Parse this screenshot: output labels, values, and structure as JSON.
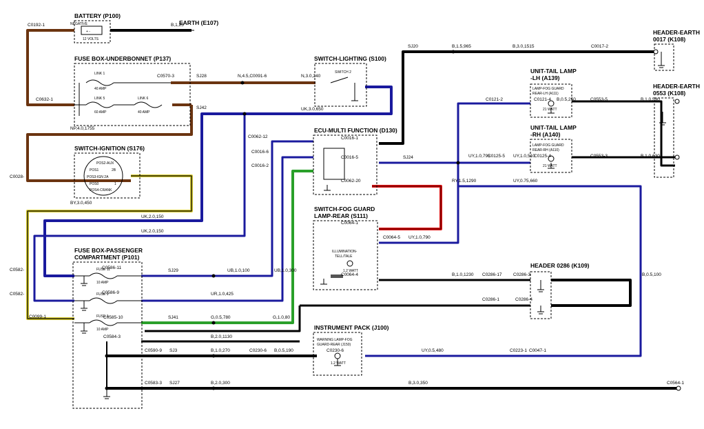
{
  "colors": {
    "brown": "#6b3410",
    "blue": "#1a1a9e",
    "blue_light": "#3a4ad0",
    "black": "#000000",
    "green": "#2aa02a",
    "red": "#e01010",
    "yellow": "#d8cc30"
  },
  "components": {
    "battery": {
      "title": "BATTERY (P100)",
      "note": "12 VOLTS",
      "terminal_neg": "NEGATIVE"
    },
    "earth_e107": {
      "title": "EARTH (E107)"
    },
    "fuse_underbonnet": {
      "title": "FUSE BOX-UNDERBONNET (P137)",
      "link1": "LINK 1",
      "link1_amp": "40 AMP",
      "link5": "LINK 5",
      "link5_amp": "60 AMP",
      "link6": "LINK 6",
      "link6_amp": "40 AMP"
    },
    "switch_ignition": {
      "title": "SWITCH-IGNITION (S176)",
      "pos0": "POS0",
      "pos1": "POS1",
      "pos2_aux": "POS2-AUX",
      "pos3": "POS3-IGN 2A",
      "pos4": "POS4-CRANK",
      "p2b": "2B",
      "p1": "1",
      "p2a": "2A"
    },
    "fuse_passenger": {
      "title_line1": "FUSE BOX-PASSENGER",
      "title_line2": "COMPARTMENT (P101)",
      "fuse11": "FUSE 11",
      "fuse11_amp": "10 AMP",
      "fuse9": "FUSE 9",
      "fuse1": "FUSE 1",
      "fuse1_amp": "10 AMP"
    },
    "switch_lighting": {
      "title": "SWITCH-LIGHTING (S100)",
      "switch2": "SWITCH 2"
    },
    "ecu": {
      "title": "ECU-MULTI FUNCTION (D130)"
    },
    "switch_fog": {
      "title_line1": "SWITCH-FOG GUARD",
      "title_line2": "LAMP-REAR (S111)",
      "illum1": "ILLUMINATION-",
      "illum2": "TELL/TALE",
      "watt": "1.2 WATT"
    },
    "instrument": {
      "title": "INSTRUMENT PACK (J100)",
      "warn1": "WARNING LAMP-FOG",
      "warn2": "GUARD-REAR (J150)",
      "watt": "1.2 WATT"
    },
    "tail_lh": {
      "title1": "UNIT-TAIL LAMP",
      "title2": "-LH (A139)",
      "lamp1": "LAMP-FOG GUARD",
      "lamp2": "REAR-LH (A111)",
      "watt": "21 WATT"
    },
    "tail_rh": {
      "title1": "UNIT-TAIL LAMP",
      "title2": "-RH (A140)",
      "lamp1": "LAMP-FOG GUARD",
      "lamp2": "REAR-RH (A110)",
      "watt": "21 WATT"
    },
    "header_0017": {
      "title1": "HEADER-EARTH",
      "title2": "0017 (K108)"
    },
    "header_0553": {
      "title1": "HEADER-EARTH",
      "title2": "0553 (K108)"
    },
    "header_0286": {
      "title": "HEADER 0286 (K109)"
    }
  },
  "labels": {
    "c0192_1": "C0192-1",
    "b_earth": "B,1,25",
    "c0632_1": "C0632-1",
    "c0570_3": "C0570-3",
    "sj28": "SJ28",
    "n_45": "N,4.5,C0091-6",
    "n_30_240": "N,3.0,240",
    "np_40": "NP,4.0,1755",
    "sj42": "SJ42",
    "uk_30_650": "UK,3.0,650",
    "c0028": "C0028-",
    "by_30": "BY,3.0,450",
    "uk_20_150a": "UK,2.0,150",
    "uk_20_150b": "UK,2.0,150",
    "c0062_12": "C0062-12",
    "c0016_6": "C0016-6",
    "c0016_2": "C0016-2",
    "c0016_1": "C0016-1",
    "c0016_5": "C0016-5",
    "c0062_20": "C0062-20",
    "sj24": "SJ24",
    "sj20": "SJ20",
    "b_15_965": "B,1.5,965",
    "b_30_1515": "B,3.0,1515",
    "c0017_2": "C0017-2",
    "c0121_2": "C0121-2",
    "c0121_4": "C0121-4",
    "b_05_250": "B,0.5,250",
    "c0553_5": "C0553-5",
    "b_10_590": "B,1.0,590",
    "uy_10_795": "UY,1.0,795",
    "c0125_5": "C0125-5",
    "uy_10_510": "UY,1.0,510",
    "c0125_4": "C0125-4",
    "c0553_3": "C0553-3",
    "b_10_630": "B,1.0,630",
    "ry_15": "RY,1.5,1290",
    "uy_075": "UY,0.75,660",
    "c0064_1": "C0064-1",
    "c0064_5": "C0064-5",
    "uy_10_790": "UY,1.0,790",
    "c0064_4": "C0064-4",
    "c0582_a": "C0582-",
    "c0582_b": "C0582-",
    "c0099_1": "C0099-1",
    "c0586_11": "C0586-11",
    "c0586_9": "C0586-9",
    "c0585_10": "C0585-10",
    "c0584_3": "C0584-3",
    "sj29": "SJ29",
    "ub_10_100": "UB,1.0,100",
    "ub_10_300": "UB,1.0,300",
    "ur_10_425": "UR,1.0,425",
    "sj41": "SJ41",
    "g_05_780": "G,0.5,780",
    "g_10_80": "G,1.0,80",
    "b_20_1130": "B,2.0,1130",
    "c0590_9": "C0590-9",
    "sj3": "SJ3",
    "b_10_270": "B,1.0,270",
    "c0230_6a": "C0230-6",
    "b_05_190": "B,0.5,190",
    "c0230_6b": "C0230-6",
    "uy_05_480": "UY,0.5,480",
    "c0223_1": "C0223-1",
    "c0047_1": "C0047-1",
    "b_10_1230": "B,1.0,1230",
    "c0286_17": "C0286-17",
    "c0286_3": "C0286-3",
    "c0286_1": "C0286-1",
    "c0286_4": "C0286-4",
    "b_05_100": "B,0.5,100",
    "c0583_3": "C0583-3",
    "sj27": "SJ27",
    "b_20_300": "B,2.0,300",
    "b_30_350": "B,3.0,350",
    "c0564_1": "C0564-1"
  }
}
